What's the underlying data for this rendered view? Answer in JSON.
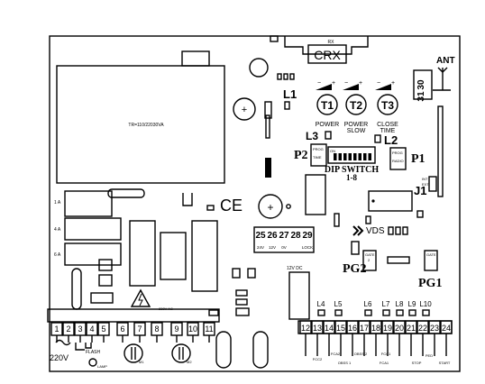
{
  "crx": "CRX",
  "crx_small": "RX",
  "ant": "ANT",
  "ant_terminals": [
    "30",
    "31"
  ],
  "transformer": "TR=110/22030VA",
  "pots": [
    {
      "id": "T1",
      "label": "POWER",
      "sub": ""
    },
    {
      "id": "T2",
      "label": "POWER",
      "sub": "SLOW"
    },
    {
      "id": "T3",
      "label": "CLOSE",
      "sub": "TIME"
    }
  ],
  "leds_top": {
    "L1": "L1",
    "L2": "L2",
    "L3": "L3"
  },
  "dip_switch": {
    "title": "DIP SWITCH",
    "sub": "1-8",
    "on": "ON"
  },
  "p2": {
    "label": "P2",
    "prog": "PROG",
    "sub": "TIME"
  },
  "p1": {
    "label": "P1",
    "prog": "PROG",
    "sub": "RADIO"
  },
  "j1": {
    "label": "J1",
    "top": "INT",
    "bot": "EXT"
  },
  "pg1": {
    "label": "PG1",
    "sub": "GATE"
  },
  "pg2": {
    "label": "PG2",
    "sub": "GATE",
    "sub2": "2"
  },
  "vds": "VDS",
  "fuses": [
    "1 A",
    "4 A",
    "6 A"
  ],
  "warning_label": "230V AC",
  "ce": "CE",
  "power_terminals": {
    "numbers": [
      "25",
      "26",
      "27",
      "28",
      "29"
    ],
    "labels": [
      "24V",
      "12V",
      "0V",
      "",
      "LOCK"
    ],
    "note": "12V DC"
  },
  "main_terminals": [
    "1",
    "2",
    "3",
    "4",
    "5",
    "6",
    "7",
    "8",
    "9",
    "10",
    "11"
  ],
  "motor_labels": [
    "M1",
    "M2"
  ],
  "aux_labels": {
    "v220": "220V",
    "flash": "FLASH",
    "lamp": "LAMP"
  },
  "leds_bottom": [
    "L4",
    "L5",
    "L6",
    "L7",
    "L8",
    "L9",
    "L10"
  ],
  "input_terminals": [
    "12",
    "13",
    "14",
    "15",
    "16",
    "17",
    "18",
    "19",
    "20",
    "21",
    "22",
    "23",
    "24"
  ],
  "input_labels": [
    "FCC2",
    "FCA2",
    "OBSS 1",
    "OBSS 2",
    "FCC1",
    "FCA1",
    "STOP",
    "PED",
    "START"
  ]
}
